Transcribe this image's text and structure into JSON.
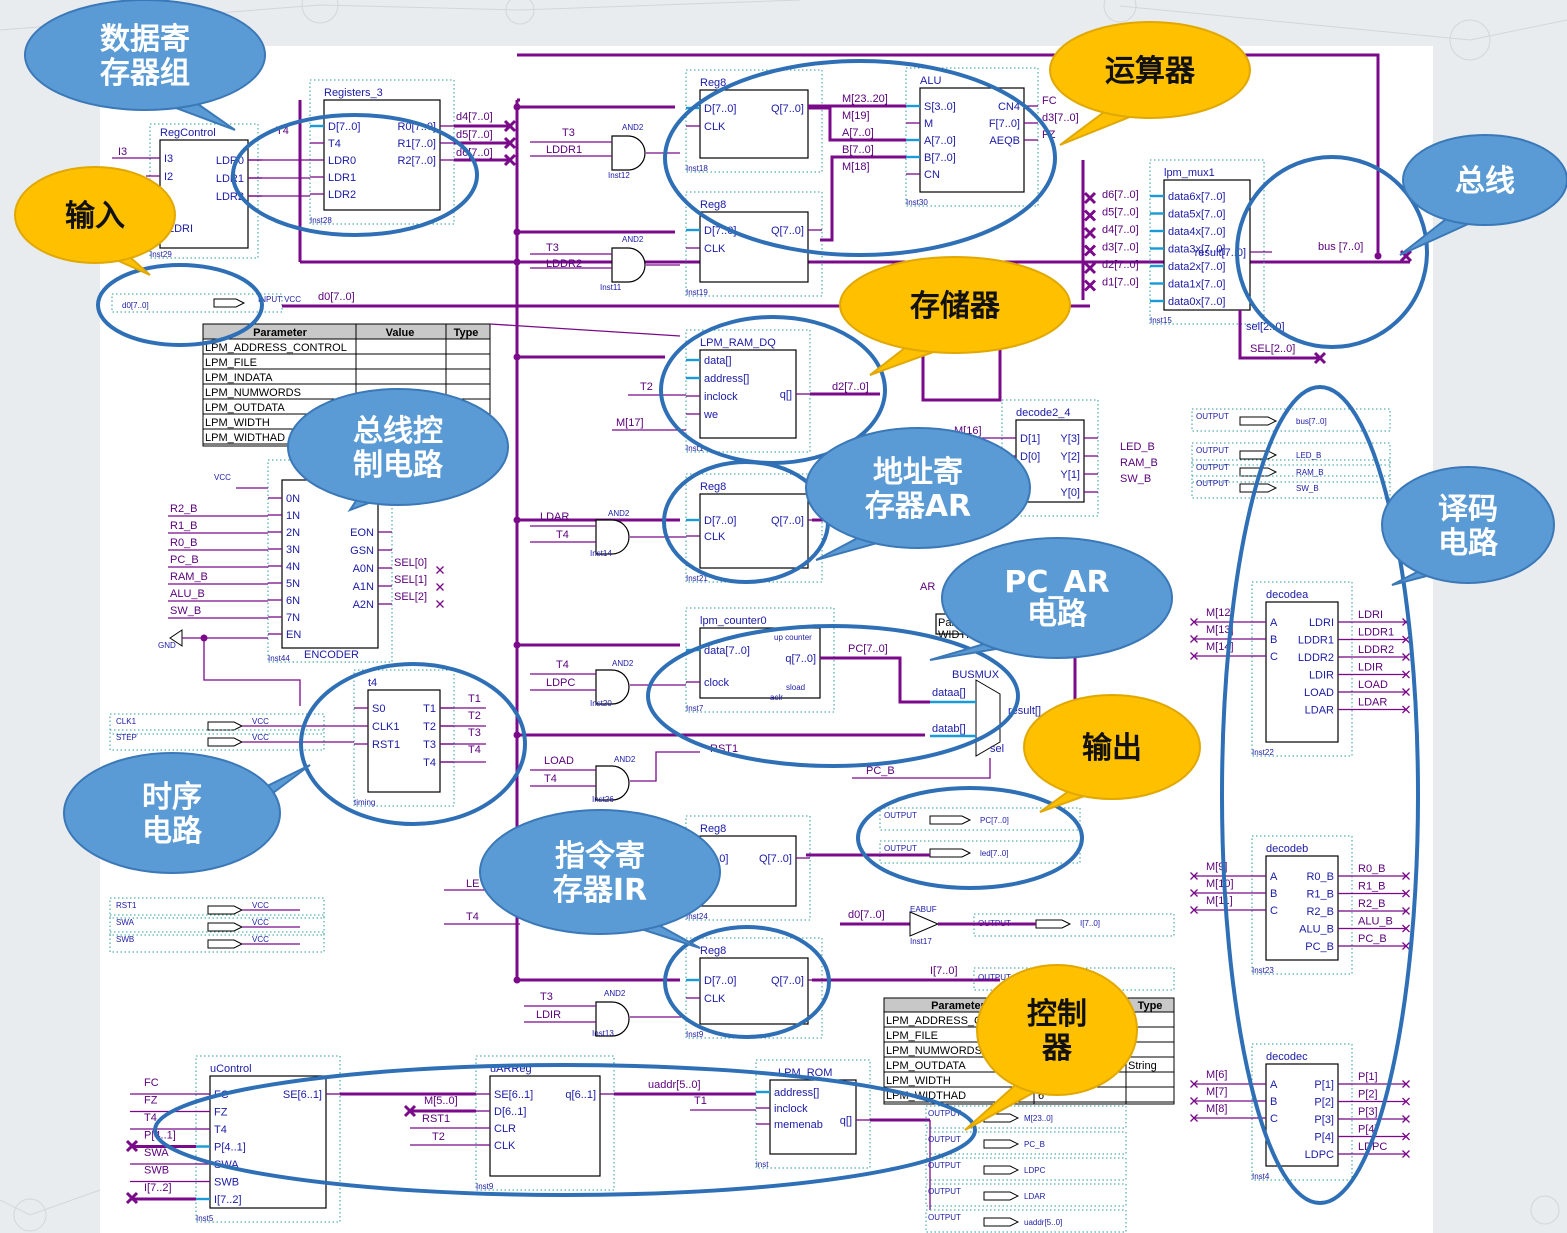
{
  "colors": {
    "bubble_blue": "#5b9bd5",
    "bubble_yellow": "#ffc000",
    "ellipse": "#2e6fb6",
    "bus": "#7a0a8a",
    "pin": "#1a9ad6"
  },
  "callouts": {
    "registers": [
      "数据寄",
      "存器组"
    ],
    "input": "输入",
    "alu": "运算器",
    "bus": "总线",
    "memory": "存储器",
    "bus_ctrl": [
      "总线控",
      "制电路"
    ],
    "ar": [
      "地址寄",
      "存器AR"
    ],
    "decode": [
      "译码",
      "电路"
    ],
    "pc_ar": [
      "PC_AR",
      "电路"
    ],
    "output": "输出",
    "timing": [
      "时序",
      "电路"
    ],
    "ir": [
      "指令寄",
      "存器IR"
    ],
    "controller": [
      "控制",
      "器"
    ]
  },
  "schematic": {
    "regcontrol": {
      "title": "RegControl",
      "in": [
        "I3",
        "I2"
      ],
      "out": [
        "LDR0",
        "LDR1",
        "LDR2"
      ],
      "inst": "Inst29",
      "extra": "LDRI",
      "net_i3": "I3"
    },
    "registers": {
      "title": "Registers_3",
      "in": [
        "D[7..0]",
        "T4",
        "LDR0",
        "LDR1",
        "LDR2"
      ],
      "out": [
        "R0[7..0]",
        "R1[7..0]",
        "R2[7..0]"
      ],
      "inst": "Inst28",
      "net_t4": "T4",
      "bus_out": [
        "d4[7..0]",
        "d5[7..0]",
        "d6[7..0]"
      ]
    },
    "reg8_a": {
      "title": "Reg8",
      "in": [
        "D[7..0]",
        "CLK"
      ],
      "out": "Q[7..0]",
      "inst": "Inst18"
    },
    "reg8_b": {
      "title": "Reg8",
      "in": [
        "D[7..0]",
        "CLK"
      ],
      "out": "Q[7..0]",
      "inst": "Inst19"
    },
    "and_ldd1": {
      "net_t": "T3",
      "net_l": "LDDR1",
      "label": "AND2",
      "inst": "Inst12"
    },
    "and_ldd2": {
      "net_t": "T3",
      "net_l": "LDDR2",
      "label": "AND2",
      "inst": "Inst11"
    },
    "alu": {
      "title": "ALU",
      "in": [
        "S[3..0]",
        "M",
        "A[7..0]",
        "B[7..0]",
        "CN"
      ],
      "out": [
        "CN4",
        "F[7..0]",
        "AEQB"
      ],
      "inst": "Inst30",
      "nets": [
        "M[23..20]",
        "M[19]",
        "A[7..0]",
        "B[7..0]",
        "M[18]"
      ],
      "outs": [
        "FC",
        "d3[7..0]",
        "FZ"
      ]
    },
    "mux": {
      "title": "lpm_mux1",
      "in": [
        "data6x[7..0]",
        "data5x[7..0]",
        "data4x[7..0]",
        "data3x[7..0]",
        "data2x[7..0]",
        "data1x[7..0]",
        "data0x[7..0]"
      ],
      "nets": [
        "d6[7..0]",
        "d5[7..0]",
        "d4[7..0]",
        "d3[7..0]",
        "d2[7..0]",
        "d1[7..0]"
      ],
      "out": "result[7..0]",
      "bus": "bus [7..0]",
      "sel": "sel[2..0]",
      "selnet": "SEL[2..0]",
      "inst": "Inst15"
    },
    "input": {
      "pin": "d0[7..0]",
      "tag": "INPUT VCC",
      "net": "d0[7..0]"
    },
    "param_table": {
      "headers": [
        "Parameter",
        "Value",
        "Type"
      ],
      "rows": [
        "LPM_ADDRESS_CONTROL",
        "LPM_FILE",
        "LPM_INDATA",
        "LPM_NUMWORDS",
        "LPM_OUTDATA",
        "LPM_WIDTH",
        "LPM_WIDTHAD"
      ]
    },
    "ram": {
      "title": "LPM_RAM_DQ",
      "in": [
        "data[]",
        "address[]",
        "inclock",
        "we"
      ],
      "out": "q[]",
      "inst": "Inst1",
      "nets": [
        "T2",
        "M[17]"
      ],
      "onet": "d2[7..0]"
    },
    "decode2_4": {
      "title": "decode2_4",
      "in": [
        "D[1]",
        "D[0]"
      ],
      "out": [
        "Y[3]",
        "Y[2]",
        "Y[1]",
        "Y[0]"
      ],
      "inst": "Inst3",
      "net": "M[16]",
      "onets": [
        "LED_B",
        "RAM_B",
        "SW_B"
      ]
    },
    "out_pins": [
      {
        "tag": "OUTPUT",
        "name": "bus[7..0]"
      },
      {
        "tag": "OUTPUT",
        "name": "LED_B"
      },
      {
        "tag": "OUTPUT",
        "name": "RAM_B"
      },
      {
        "tag": "OUTPUT",
        "name": "SW_B"
      }
    ],
    "encoder": {
      "title": "74148",
      "vcc": "VCC",
      "gnd": "GND",
      "in_nets": [
        "R2_B",
        "R1_B",
        "R0_B",
        "PC_B",
        "RAM_B",
        "ALU_B",
        "SW_B"
      ],
      "in": [
        "0N",
        "1N",
        "2N",
        "3N",
        "4N",
        "5N",
        "6N",
        "7N",
        "EN"
      ],
      "out": [
        "EON",
        "GSN",
        "A0N",
        "A1N",
        "A2N"
      ],
      "onets": [
        "SEL[0]",
        "SEL[1]",
        "SEL[2]"
      ],
      "label": "ENCODER",
      "inst": "Inst44"
    },
    "and_ar": {
      "nets": [
        "LDAR",
        "T4"
      ],
      "label": "AND2",
      "inst": "Inst14"
    },
    "reg8_ar": {
      "title": "Reg8",
      "in": [
        "D[7..0]",
        "CLK"
      ],
      "out": "Q[7..0]",
      "inst": "Inst21",
      "onet": "AR"
    },
    "counter": {
      "title": "lpm_counter0",
      "in": [
        "data[7..0]",
        "clock"
      ],
      "out": "q[7..0]",
      "extra": [
        "up counter",
        "aclr",
        "sload"
      ],
      "inst": "Inst7",
      "onet": "PC[7..0]",
      "and_nets": [
        "T4",
        "LDPC"
      ],
      "and_label": "AND2",
      "and_inst": "Inst20"
    },
    "busmux": {
      "title": "BUSMUX",
      "in": [
        "dataa[]",
        "datab[]"
      ],
      "out": "result[]",
      "sel": "sel",
      "net": "PC_B",
      "rst": "RST1",
      "par": "Par",
      "partxt": "WIDTH"
    },
    "timing": {
      "title": "t4",
      "in": [
        "S0",
        "CLK1",
        "RST1"
      ],
      "out": [
        "T1",
        "T2",
        "T3",
        "T4"
      ],
      "inst": "timing",
      "pins": [
        "CLK1",
        "STEP"
      ],
      "vcc": "VCC"
    },
    "and_load": {
      "nets": [
        "LOAD",
        "T4"
      ],
      "label": "AND2",
      "inst": "Inst26"
    },
    "outputs2": [
      {
        "tag": "OUTPUT",
        "name": "PC[7..0]"
      },
      {
        "tag": "OUTPUT",
        "name": "led[7..0]"
      }
    ],
    "reg8_led": {
      "title": "Reg8",
      "out": "Q[7..0]",
      "inst": "Inst24",
      "in0": "[7..0]",
      "net1": "LE",
      "net2": "T4"
    },
    "rst_pins": [
      "RST1",
      "SWA",
      "SWB"
    ],
    "buffer": {
      "net": "d0[7..0]",
      "label": "EABUF",
      "inst": "Inst17",
      "tag": "OUTPUT",
      "name": "I[7..0]"
    },
    "reg8_ir": {
      "title": "Reg8",
      "in": [
        "D[7..0]",
        "CLK"
      ],
      "out": "Q[7..0]",
      "inst": "Inst9",
      "onet": "I[7..0]",
      "and_nets": [
        "T3",
        "LDIR"
      ],
      "and_label": "AND2",
      "and_inst": "Inst13"
    },
    "ir_out": {
      "tag": "OUTPUT",
      "name": "I[7..0]"
    },
    "param2": {
      "headers": [
        "Parameter",
        "Value",
        "Type"
      ],
      "rows": [
        "LPM_ADDRESS_CONTROL",
        "LPM_FILE",
        "LPM_NUMWORDS",
        "LPM_OUTDATA",
        "LPM_WIDTH",
        "LPM_WIDTHAD"
      ],
      "values": [
        "",
        "",
        "",
        "",
        "24",
        "6"
      ],
      "types": [
        "",
        "",
        "",
        "String",
        "",
        ""
      ]
    },
    "ucontrol": {
      "title": "uControl",
      "in": [
        "FC",
        "FZ",
        "T4",
        "P[4..1]",
        "SWA",
        "SWB",
        "I[7..2]"
      ],
      "nets": [
        "FC",
        "FZ",
        "T4",
        "P[4..1]",
        "SWA",
        "SWB",
        "I[7..2]"
      ],
      "out": "SE[6..1]",
      "inst": "Inst5"
    },
    "uarreg": {
      "title": "uARReg",
      "in": [
        "SE[6..1]",
        "D[6..1]",
        "CLR",
        "CLK"
      ],
      "out": "q[6..1]",
      "nets": [
        "M[5..0]",
        "RST1",
        "T2"
      ],
      "inst": "Inst9",
      "onet": "uaddr[5..0]",
      "t1": "T1"
    },
    "rom": {
      "title": "LPM_ROM",
      "in": [
        "address[]",
        "inclock",
        "memenab"
      ],
      "out": "q[]",
      "inst": "inst"
    },
    "rom_outs": [
      {
        "tag": "OUTPUT",
        "name": "M[23..0]"
      },
      {
        "tag": "OUTPUT",
        "name": "PC_B"
      },
      {
        "tag": "OUTPUT",
        "name": "LDPC"
      },
      {
        "tag": "OUTPUT",
        "name": "LDAR"
      },
      {
        "tag": "OUTPUT",
        "name": "uaddr[5..0]"
      }
    ],
    "decodea": {
      "title": "decodea",
      "in": [
        "A",
        "B",
        "C"
      ],
      "nets": [
        "M[12]",
        "M[13]",
        "M[14]"
      ],
      "out": [
        "LDRI",
        "LDDR1",
        "LDDR2",
        "LDIR",
        "LOAD",
        "LDAR"
      ],
      "onets": [
        "LDRI",
        "LDDR1",
        "LDDR2",
        "LDIR",
        "LOAD",
        "LDAR"
      ],
      "inst": "Inst22"
    },
    "decodeb": {
      "title": "decodeb",
      "in": [
        "A",
        "B",
        "C"
      ],
      "nets": [
        "M[9]",
        "M[10]",
        "M[11]"
      ],
      "out": [
        "R0_B",
        "R1_B",
        "R2_B",
        "ALU_B",
        "PC_B"
      ],
      "onets": [
        "R0_B",
        "R1_B",
        "R2_B",
        "ALU_B",
        "PC_B"
      ],
      "inst": "Inst23"
    },
    "decodec": {
      "title": "decodec",
      "in": [
        "A",
        "B",
        "C"
      ],
      "nets": [
        "M[6]",
        "M[7]",
        "M[8]"
      ],
      "out": [
        "P[1]",
        "P[2]",
        "P[3]",
        "P[4]",
        "LDPC"
      ],
      "onets": [
        "P[1]",
        "P[2]",
        "P[3]",
        "P[4]",
        "LDPC"
      ],
      "inst": "Inst4"
    }
  }
}
